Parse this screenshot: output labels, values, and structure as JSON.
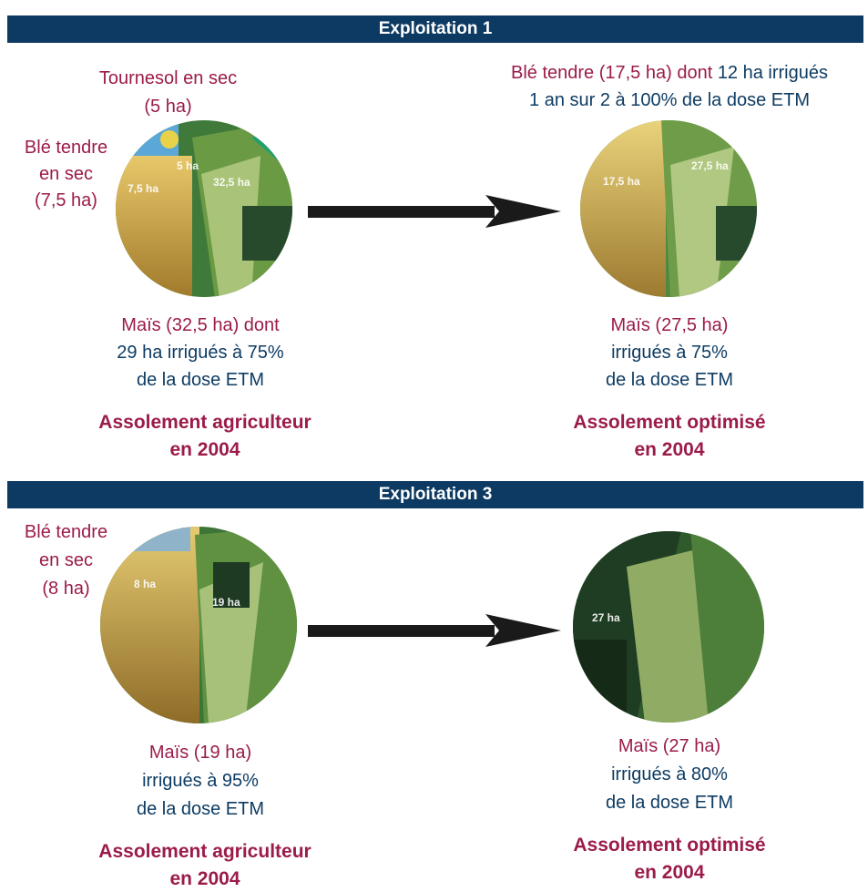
{
  "sections": [
    {
      "header": "Exploitation 1",
      "left": {
        "top_label_1": "Tournesol en sec",
        "top_label_2": "(5 ha)",
        "side_label_1": "Blé tendre",
        "side_label_2": "en sec",
        "side_label_3": "(7,5 ha)",
        "circle_labels": [
          "5 ha",
          "7,5 ha",
          "32,5 ha"
        ],
        "bottom_label_1": "Maïs (32,5 ha) dont",
        "bottom_label_2": "29 ha irrigués à 75%",
        "bottom_label_3": "de la dose ETM",
        "caption_1": "Assolement agriculteur",
        "caption_2": "en 2004"
      },
      "right": {
        "top_label_1a": "Blé tendre (17,5 ha) dont ",
        "top_label_1b": "12 ha irrigués",
        "top_label_2": "1 an sur 2 à 100% de la dose ETM",
        "circle_labels": [
          "17,5 ha",
          "27,5 ha"
        ],
        "bottom_label_1": "Maïs (27,5 ha)",
        "bottom_label_2": "irrigués à 75%",
        "bottom_label_3": "de la dose ETM",
        "caption_1": "Assolement optimisé",
        "caption_2": "en 2004"
      }
    },
    {
      "header": "Exploitation 3",
      "left": {
        "side_label_1": "Blé tendre",
        "side_label_2": "en sec",
        "side_label_3": "(8 ha)",
        "circle_labels": [
          "8 ha",
          "19 ha"
        ],
        "bottom_label_1": "Maïs (19 ha)",
        "bottom_label_2": "irrigués à 95%",
        "bottom_label_3": "de la dose ETM",
        "caption_1": "Assolement agriculteur",
        "caption_2": "en 2004"
      },
      "right": {
        "circle_labels": [
          "27 ha"
        ],
        "bottom_label_1": "Maïs (27 ha)",
        "bottom_label_2": "irrigués à 80%",
        "bottom_label_3": "de la dose ETM",
        "caption_1": "Assolement optimisé",
        "caption_2": "en 2004"
      }
    }
  ],
  "colors": {
    "header_bg": "#0d3a62",
    "crop_label": "#9b1b4a",
    "detail_text": "#0e3c63"
  }
}
